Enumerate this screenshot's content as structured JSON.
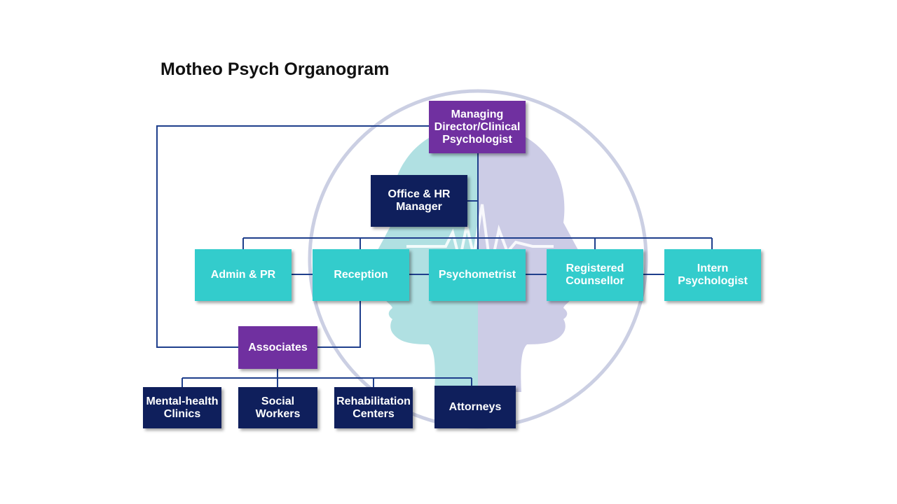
{
  "title": "Motheo Psych Organogram",
  "colors": {
    "leadership": "#7030a0",
    "management": "#0f1f5c",
    "staff": "#33cccc",
    "connector": "#1f3f8c"
  },
  "background_icon": "head-profile-with-heartbeat-icon",
  "nodes": {
    "managing_director": "Managing\nDirector/Clinical\nPsychologist",
    "office_hr_manager": "Office & HR\nManager",
    "admin_pr": "Admin & PR",
    "reception": "Reception",
    "psychometrist": "Psychometrist",
    "registered_counsellor": "Registered\nCounsellor",
    "intern_psychologist": "Intern\nPsychologist",
    "associates": "Associates",
    "mental_health_clinics": "Mental-health\nClinics",
    "social_workers": "Social\nWorkers",
    "rehabilitation_centers": "Rehabilitation\nCenters",
    "attorneys": "Attorneys"
  }
}
